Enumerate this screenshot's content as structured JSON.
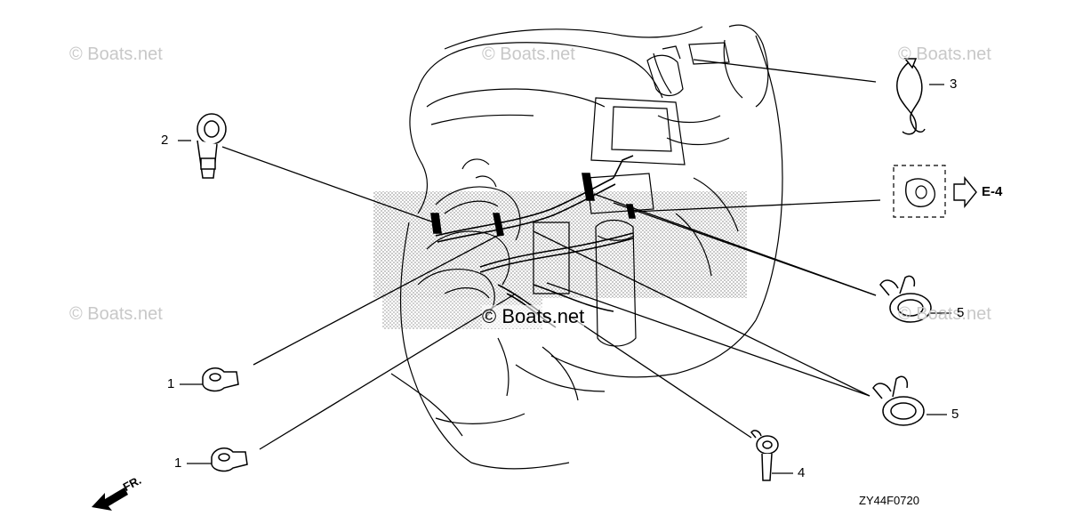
{
  "watermarks": {
    "top_left": "© Boats.net",
    "top_center": "© Boats.net",
    "top_right": "© Boats.net",
    "mid_left": "© Boats.net",
    "mid_right": "© Boats.net",
    "center": "© Boats.net"
  },
  "callouts": {
    "c1a": "1",
    "c1b": "1",
    "c2": "2",
    "c3": "3",
    "c4": "4",
    "c5a": "5",
    "c5b": "5"
  },
  "reference": {
    "label": "E-4"
  },
  "direction": {
    "label": "FR."
  },
  "drawing_code": "ZY44F0720"
}
